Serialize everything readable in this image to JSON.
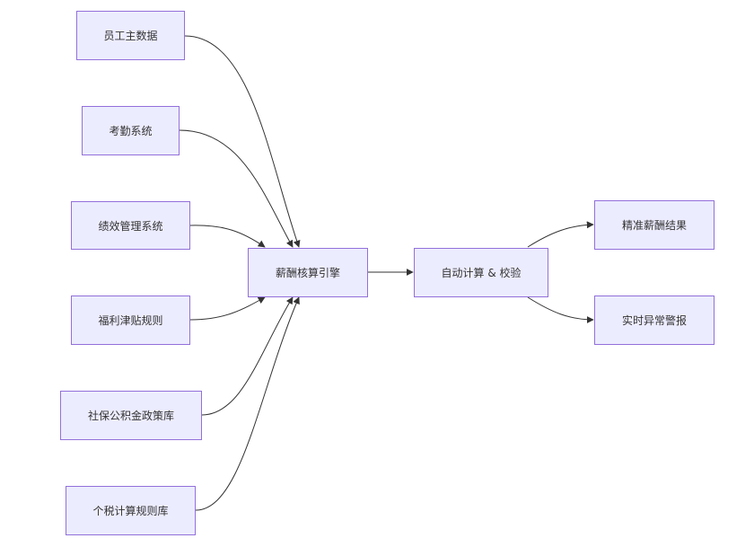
{
  "nodes": {
    "employee_master": "员工主数据",
    "attendance": "考勤系统",
    "performance": "绩效管理系统",
    "benefits": "福利津贴规则",
    "social_security": "社保公积金政策库",
    "tax_rules": "个税计算规则库",
    "payroll_engine": "薪酬核算引擎",
    "auto_calc": "自动计算 & 校验",
    "accurate_result": "精准薪酬结果",
    "anomaly_alert": "实时异常警报"
  },
  "edges": [
    {
      "from": "employee_master",
      "to": "payroll_engine"
    },
    {
      "from": "attendance",
      "to": "payroll_engine"
    },
    {
      "from": "performance",
      "to": "payroll_engine"
    },
    {
      "from": "benefits",
      "to": "payroll_engine"
    },
    {
      "from": "social_security",
      "to": "payroll_engine"
    },
    {
      "from": "tax_rules",
      "to": "payroll_engine"
    },
    {
      "from": "payroll_engine",
      "to": "auto_calc"
    },
    {
      "from": "auto_calc",
      "to": "accurate_result"
    },
    {
      "from": "auto_calc",
      "to": "anomaly_alert"
    }
  ],
  "colors": {
    "node_fill": "#ECECFF",
    "node_border": "#9370DB",
    "edge": "#333333",
    "text": "#333333"
  }
}
